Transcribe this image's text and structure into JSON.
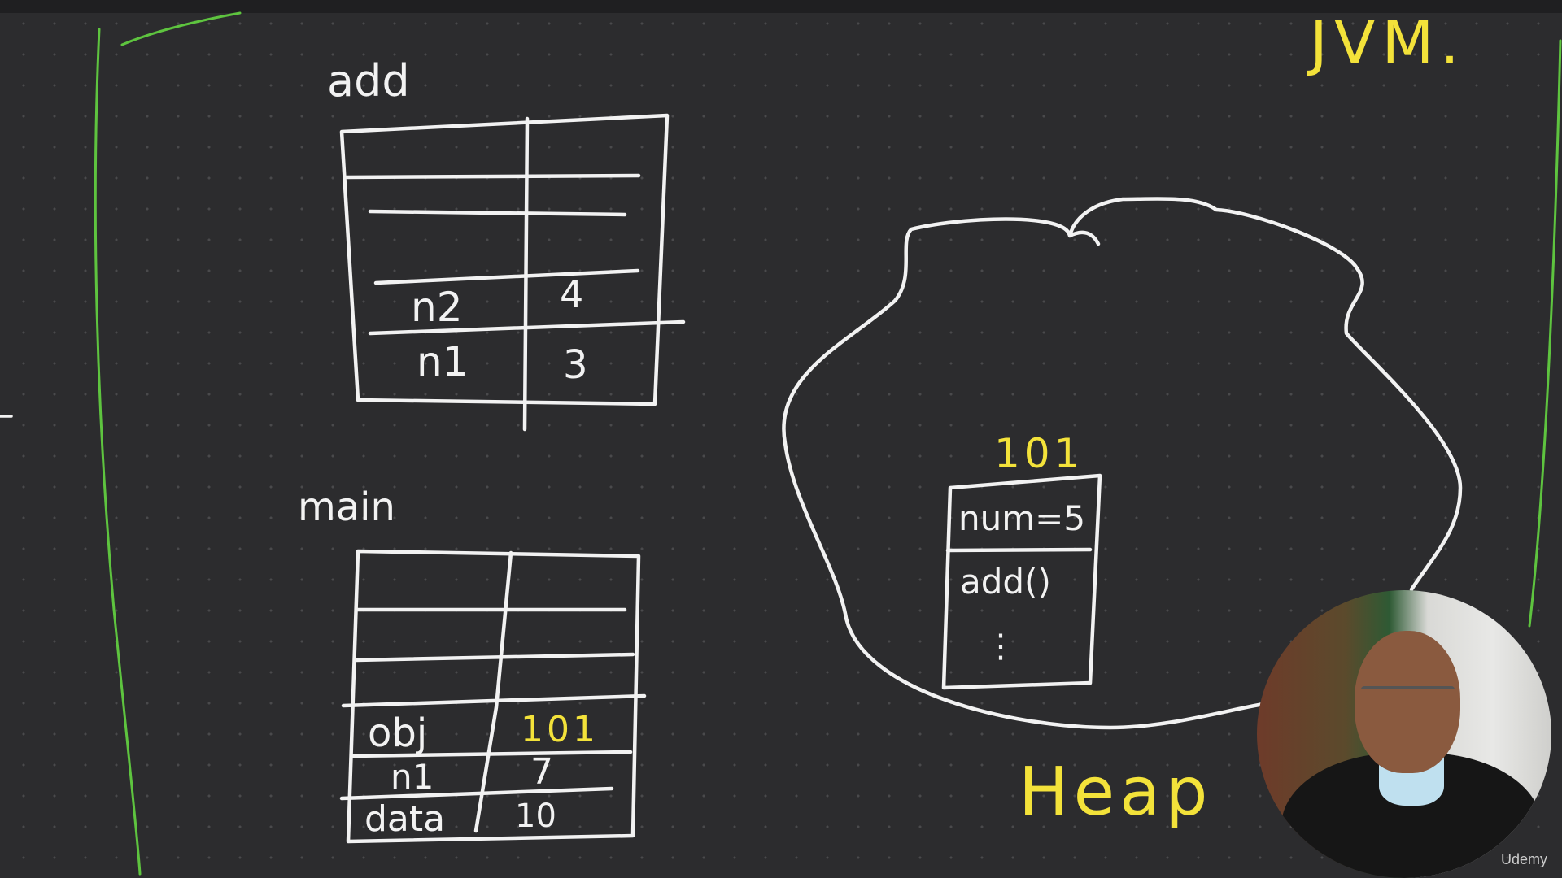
{
  "jvm_label": "JVM.",
  "stack": {
    "add": {
      "title": "add",
      "rows": [
        {
          "name": "n2",
          "value": "4"
        },
        {
          "name": "n1",
          "value": "3"
        }
      ]
    },
    "main": {
      "title": "main",
      "rows": [
        {
          "name": "obj",
          "value": "101"
        },
        {
          "name": "n1",
          "value": "7"
        },
        {
          "name": "data",
          "value": "10"
        }
      ]
    }
  },
  "heap": {
    "label": "Heap",
    "object": {
      "address": "101",
      "fields": [
        "num=5",
        "add()",
        "⋮"
      ]
    }
  },
  "watermark": "Udemy",
  "colors": {
    "background": "#2c2c2e",
    "ink": "#f2f2f2",
    "highlight": "#f3e23a",
    "border": "#5ec43f"
  }
}
